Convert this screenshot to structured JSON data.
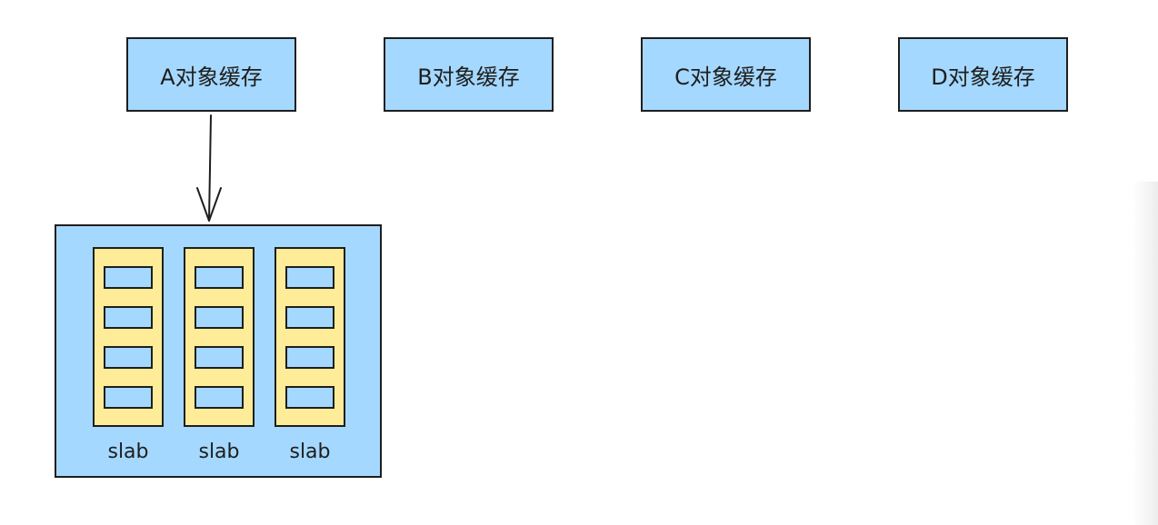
{
  "diagram": {
    "caches": [
      {
        "label": "A对象缓存"
      },
      {
        "label": "B对象缓存"
      },
      {
        "label": "C对象缓存"
      },
      {
        "label": "D对象缓存"
      }
    ],
    "slabs": [
      {
        "label": "slab"
      },
      {
        "label": "slab"
      },
      {
        "label": "slab"
      }
    ],
    "colors": {
      "box_fill": "#a5d8ff",
      "slab_fill": "#ffec99",
      "stroke": "#1e1e1e"
    }
  }
}
